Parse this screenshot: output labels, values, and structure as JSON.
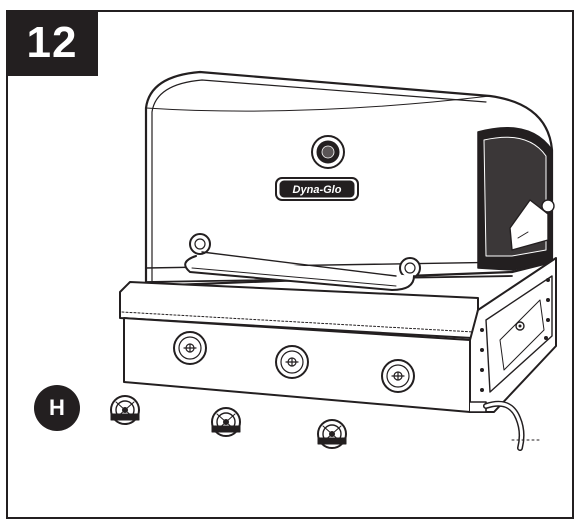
{
  "step": {
    "number": "12"
  },
  "callout": {
    "label": "H"
  },
  "brand": {
    "logo_text": "Dyna-Glo"
  },
  "colors": {
    "ink": "#231f20",
    "background": "#ffffff"
  },
  "parts": {
    "knob_count": 3,
    "burner_count": 3
  }
}
